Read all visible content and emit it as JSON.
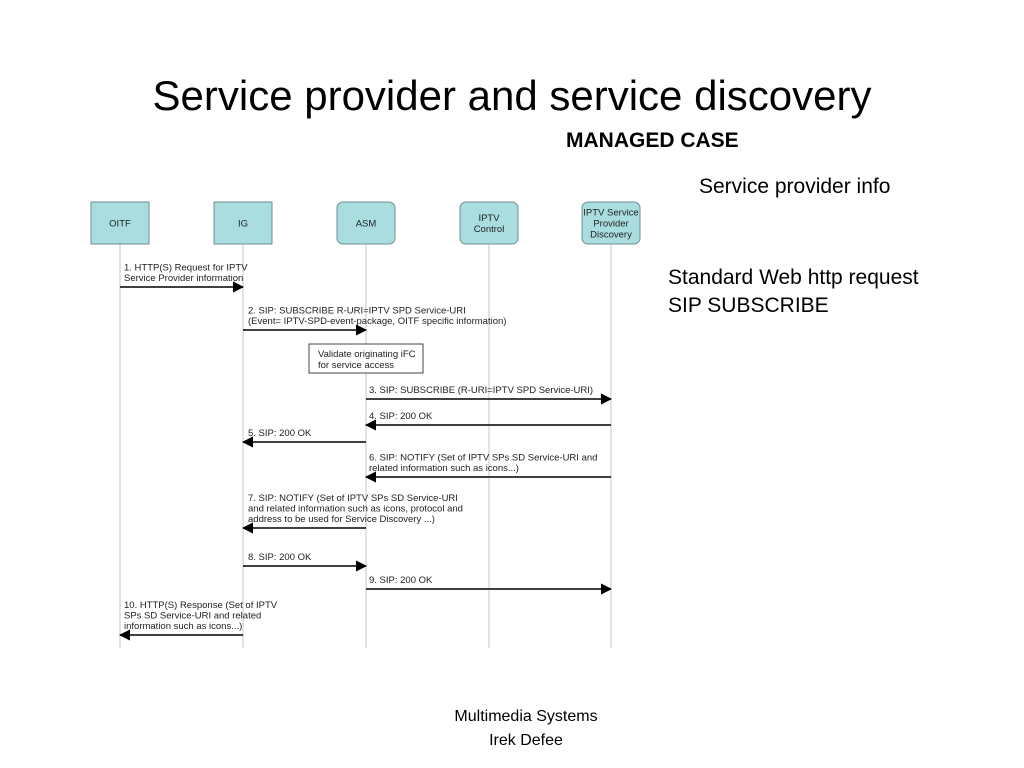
{
  "slide": {
    "title": "Service provider and service discovery",
    "subtitle": "MANAGED CASE",
    "note_service_provider": "Service provider info",
    "note_web_lines": [
      "Standard Web http request",
      "SIP SUBSCRIBE"
    ],
    "footer_lines": [
      "Multimedia Systems",
      "Irek Defee"
    ]
  },
  "diagram": {
    "participants": [
      {
        "id": "oitf",
        "lines": [
          "OITF"
        ]
      },
      {
        "id": "ig",
        "lines": [
          "IG"
        ]
      },
      {
        "id": "asm",
        "lines": [
          "ASM"
        ]
      },
      {
        "id": "iptv_control",
        "lines": [
          "IPTV",
          "Control"
        ]
      },
      {
        "id": "iptv_spd",
        "lines": [
          "IPTV Service",
          "Provider",
          "Discovery"
        ]
      }
    ],
    "note_box": {
      "lines": [
        "Validate originating iFC",
        "for service access"
      ]
    },
    "messages": [
      {
        "from": "oitf",
        "to": "ig",
        "lines": [
          "1. HTTP(S) Request for IPTV",
          "Service Provider information"
        ]
      },
      {
        "from": "ig",
        "to": "asm",
        "lines": [
          "2. SIP: SUBSCRIBE R-URI=IPTV SPD Service-URI",
          "(Event= IPTV-SPD-event-package, OITF specific information)"
        ]
      },
      {
        "from": "asm",
        "to": "iptv_spd",
        "lines": [
          "3. SIP: SUBSCRIBE (R-URI=IPTV SPD Service-URI)"
        ]
      },
      {
        "from": "iptv_spd",
        "to": "asm",
        "lines": [
          "4. SIP: 200 OK"
        ]
      },
      {
        "from": "asm",
        "to": "ig",
        "lines": [
          "5. SIP: 200 OK"
        ]
      },
      {
        "from": "iptv_spd",
        "to": "asm",
        "lines": [
          "6. SIP: NOTIFY (Set of IPTV SPs SD Service-URI and",
          "related information such as icons...)"
        ]
      },
      {
        "from": "asm",
        "to": "ig",
        "lines": [
          "7. SIP: NOTIFY (Set of IPTV SPs SD Service-URI",
          "and related information such as icons, protocol and",
          "address to be used for Service Discovery ...)"
        ]
      },
      {
        "from": "ig",
        "to": "asm",
        "lines": [
          "8. SIP: 200 OK"
        ]
      },
      {
        "from": "asm",
        "to": "iptv_spd",
        "lines": [
          "9. SIP: 200 OK"
        ]
      },
      {
        "from": "ig",
        "to": "oitf",
        "lines": [
          "10. HTTP(S) Response (Set of IPTV",
          "SPs SD Service-URI and related",
          "information such as icons...)"
        ]
      }
    ]
  }
}
